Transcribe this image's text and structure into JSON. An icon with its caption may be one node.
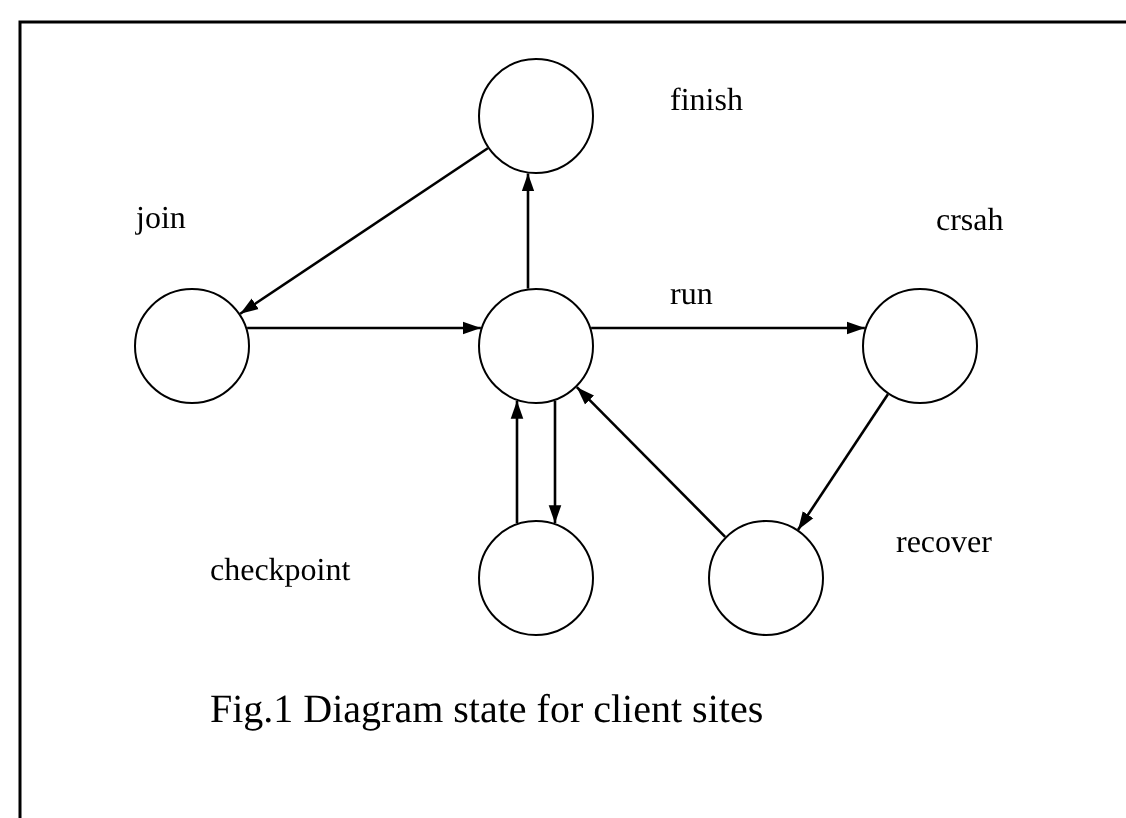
{
  "diagram": {
    "caption": "Fig.1 Diagram state for client sites",
    "nodes": [
      {
        "text": [],
        "shape": "circle",
        "beside": [
          "finish"
        ]
      },
      {
        "text": [],
        "shape": "circle",
        "beside": [
          "join"
        ]
      },
      {
        "text": [],
        "shape": "circle",
        "beside": [
          "run"
        ]
      },
      {
        "text": [],
        "shape": "circle",
        "beside": [
          "crsah"
        ]
      },
      {
        "text": [],
        "shape": "circle",
        "beside": [
          "checkpoint"
        ]
      },
      {
        "text": [],
        "shape": "circle",
        "beside": [
          "recover"
        ]
      }
    ],
    "edges": [
      {
        "from": 0,
        "to": 1,
        "arrow": "to"
      },
      {
        "from": 1,
        "to": 2,
        "arrow": "to"
      },
      {
        "from": 2,
        "to": 0,
        "arrow": "to"
      },
      {
        "from": 2,
        "to": 3,
        "arrow": "to"
      },
      {
        "from": 3,
        "to": 5,
        "arrow": "to"
      },
      {
        "from": 5,
        "to": 2,
        "arrow": "to"
      },
      {
        "from": 4,
        "to": 2,
        "arrow": "to"
      },
      {
        "from": 2,
        "to": 4,
        "arrow": "to"
      }
    ]
  }
}
